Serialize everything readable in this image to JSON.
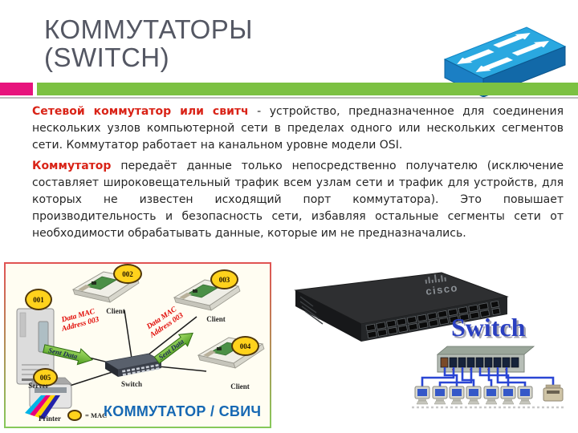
{
  "header": {
    "title": "КОММУТАТОРЫ\n(SWITCH)"
  },
  "paragraphs": [
    {
      "lead": "Сетевой коммутатор или свитч",
      "rest": " - устройство, предназначенное для соединения нескольких узлов компьютерной сети в пределах одного или нескольких сегментов сети. Коммутатор работает на канальном уровне модели OSI."
    },
    {
      "lead": "Коммутатор",
      "rest": " передаёт данные только непосредственно получателю (исключение составляет широковещательный трафик всем узлам сети и трафик для устройств, для которых не известен исходящий порт коммутатора). Это повышает производительность и безопасность сети, избавляя остальные сегменты сети от необходимости обрабатывать данные, которые им не предназначались."
    }
  ],
  "diagram": {
    "nodes": [
      {
        "id": "001",
        "label": "Server"
      },
      {
        "id": "002",
        "label": "Client"
      },
      {
        "id": "003",
        "label": "Client"
      },
      {
        "id": "004",
        "label": "Client"
      },
      {
        "id": "005",
        "label": "Printer"
      }
    ],
    "switch_label": "Switch",
    "arrows": [
      {
        "label": "Sent Data",
        "caption": "Data MAC Address 003"
      },
      {
        "label": "Sent Data",
        "caption": "Data MAC Address 003"
      }
    ],
    "legend": "= MAC",
    "caption": "КОММУТАТОР / СВИЧ"
  },
  "right": {
    "switch_label": "Switch",
    "cisco_logo": "cisco"
  },
  "icons": {
    "switch_3d": "blue-3d-switch-with-four-arrows",
    "cisco_switch": "24-port-rackmount-switch-photo",
    "lan_diagram": "switch-with-cabled-workstations"
  },
  "colors": {
    "accent_green": "#7CC142",
    "accent_pink": "#E7147D",
    "title_gray": "#545763",
    "lead_red": "#D92317",
    "figure_caption_blue": "#1668B3",
    "switch_word_blue": "#2A3FC0",
    "arrow_green": "#6FBF3A",
    "mac_oval_yellow": "#FFD21C"
  }
}
